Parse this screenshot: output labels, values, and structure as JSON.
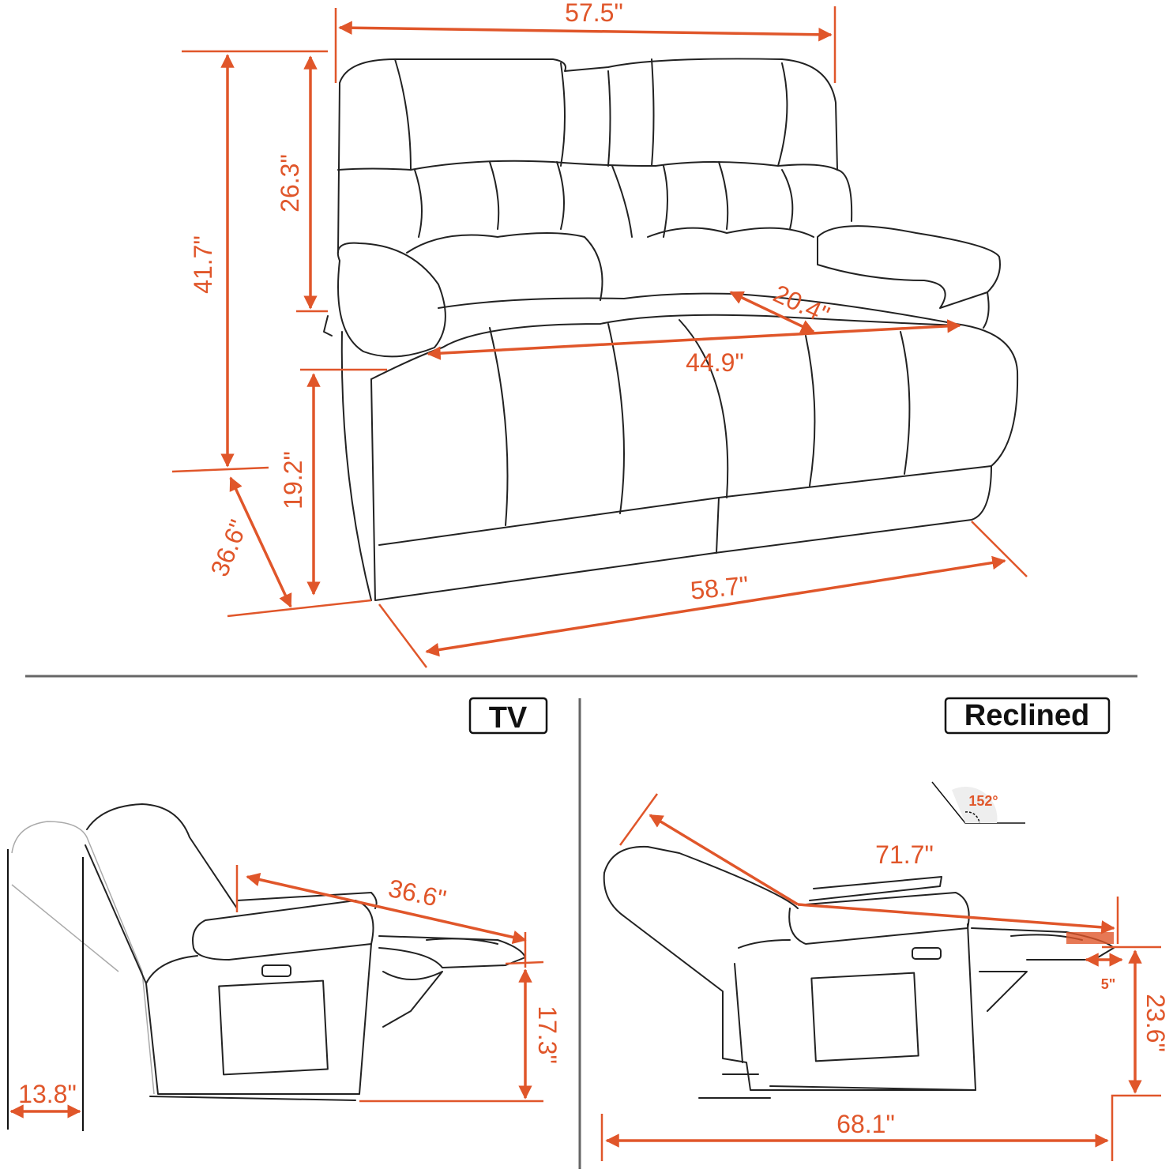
{
  "accent_color": "#e0562a",
  "front_view": {
    "width_top": "57.5\"",
    "back_height": "26.3\"",
    "total_height": "41.7\"",
    "seat_depth": "20.4\"",
    "seat_width": "44.9\"",
    "seat_height": "19.2\"",
    "depth": "36.6\"",
    "width_bottom": "58.7\""
  },
  "tv_view": {
    "title": "TV",
    "length": "36.6\"",
    "footrest_height": "17.3\"",
    "wall_clearance": "13.8\""
  },
  "reclined_view": {
    "title": "Reclined",
    "angle": "152°",
    "length": "71.7\"",
    "footrest_gap": "5\"",
    "footrest_height": "23.6\"",
    "total_length": "68.1\""
  }
}
